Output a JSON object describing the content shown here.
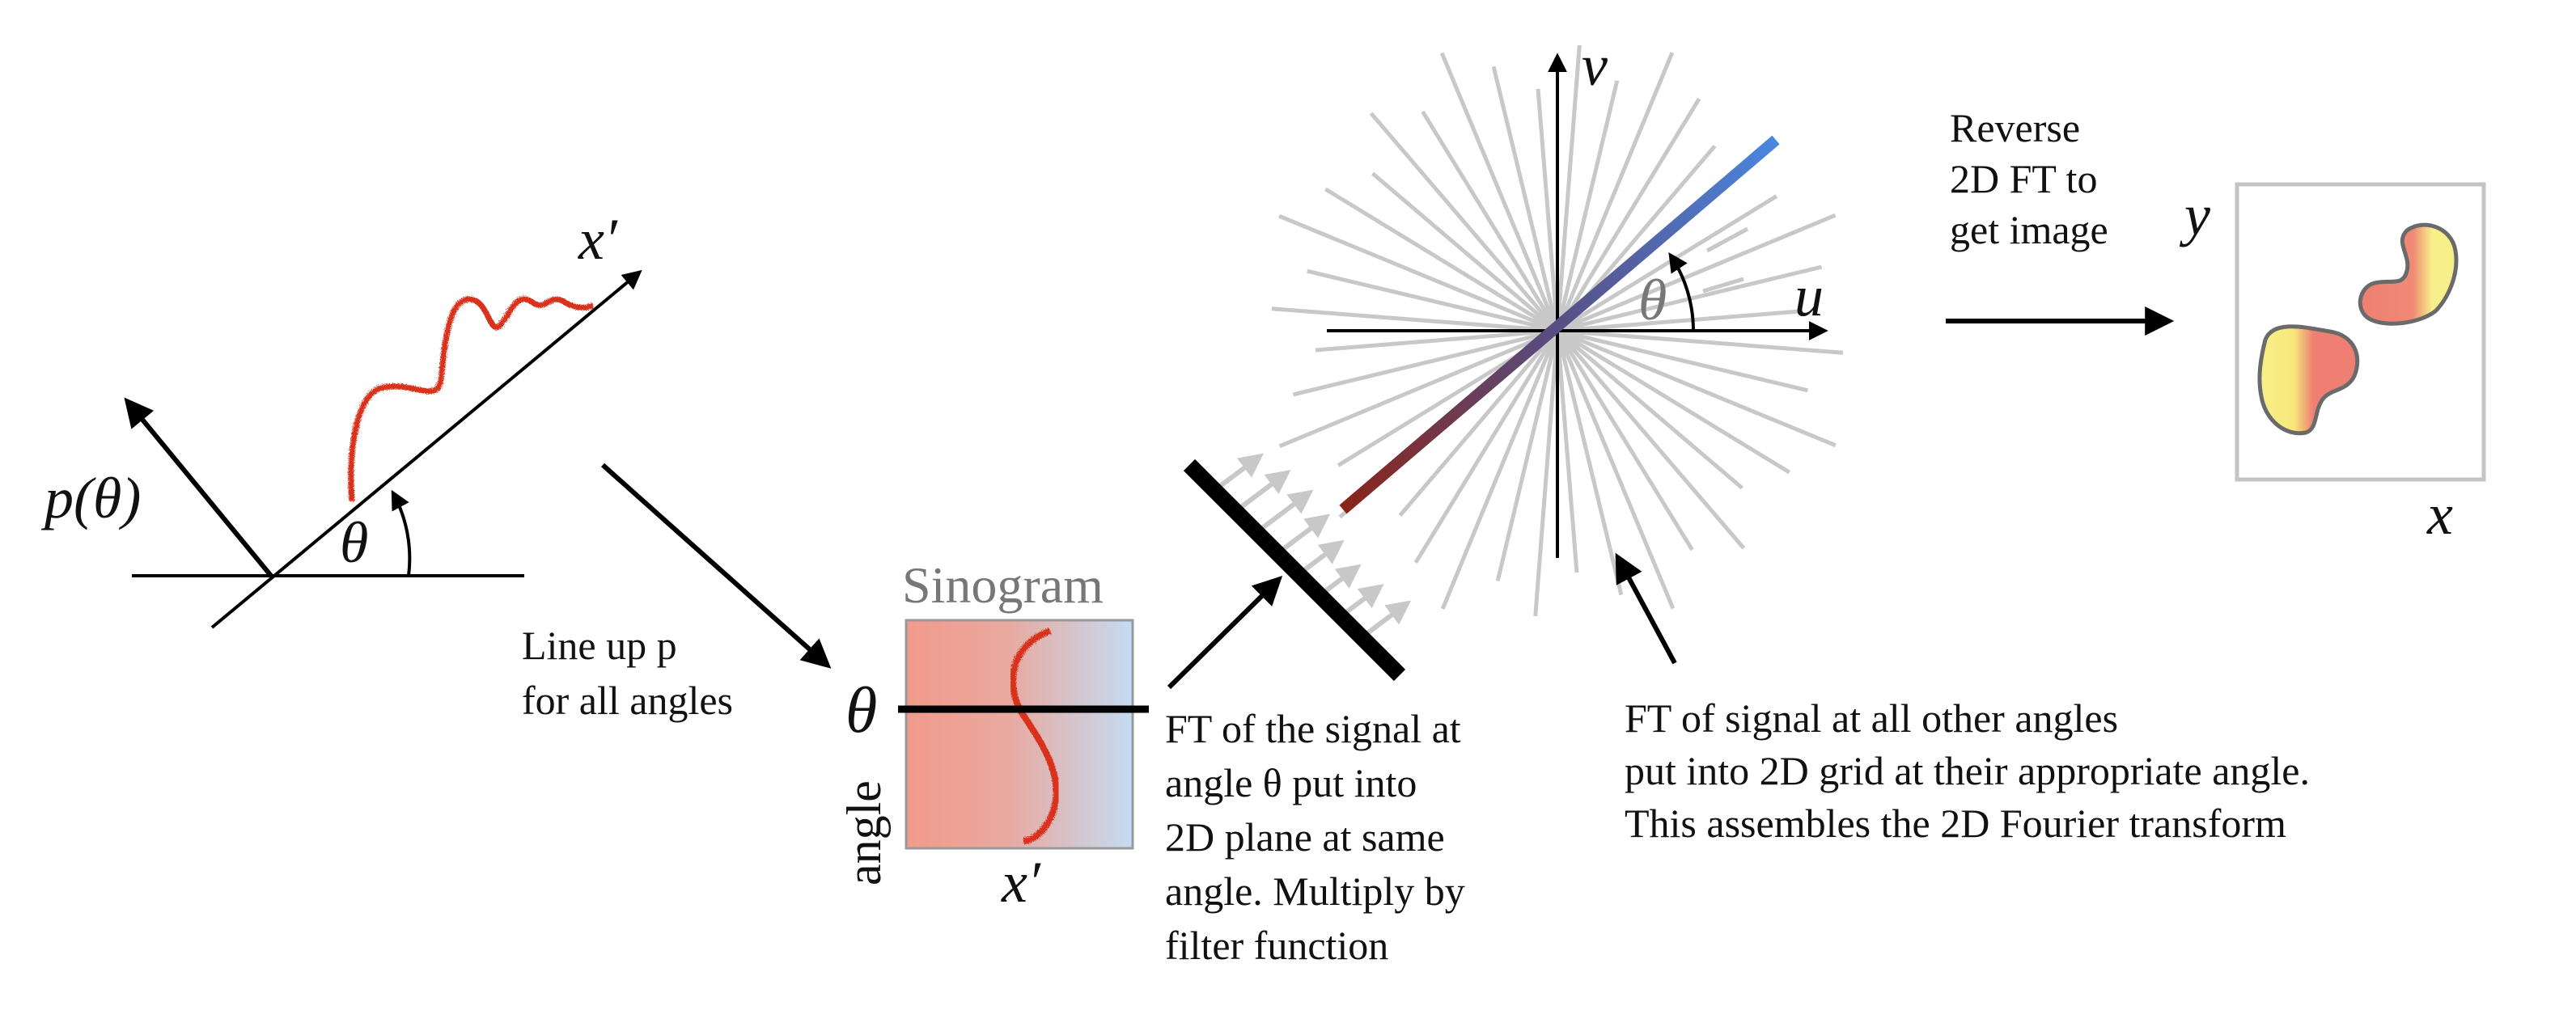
{
  "labels": {
    "p_theta": "p(θ)",
    "theta_projection": "θ",
    "x_prime_axis": "x′",
    "lineup": [
      "Line up p",
      "for all angles"
    ],
    "sinogram_title": "Sinogram",
    "sinogram_theta": "θ",
    "sinogram_angle": "angle",
    "sinogram_xprime": "x′",
    "ft_signal": [
      "FT of the signal at",
      "angle θ put into",
      "2D plane at same",
      "angle. Multiply by",
      "filter function"
    ],
    "axis_v": "v",
    "axis_u": "u",
    "theta_fourier": "θ",
    "reverse": [
      "Reverse",
      "2D FT to",
      "get image"
    ],
    "ft_other": [
      "FT of signal at all other angles",
      "put into 2D grid at their appropriate  angle.",
      "This assembles the 2D Fourier transform"
    ],
    "image_y": "y",
    "image_x": "x"
  },
  "colors": {
    "signal_red": "#d9311a",
    "sinogram_left": "#f29a8a",
    "sinogram_right": "#c4dcf3",
    "fourier_blue": "#4a86e0",
    "fourier_darkred": "#8a2418",
    "spokes": "#c8c8c8",
    "blob_yellow": "#f7f08a",
    "blob_red": "#ef7f72"
  }
}
